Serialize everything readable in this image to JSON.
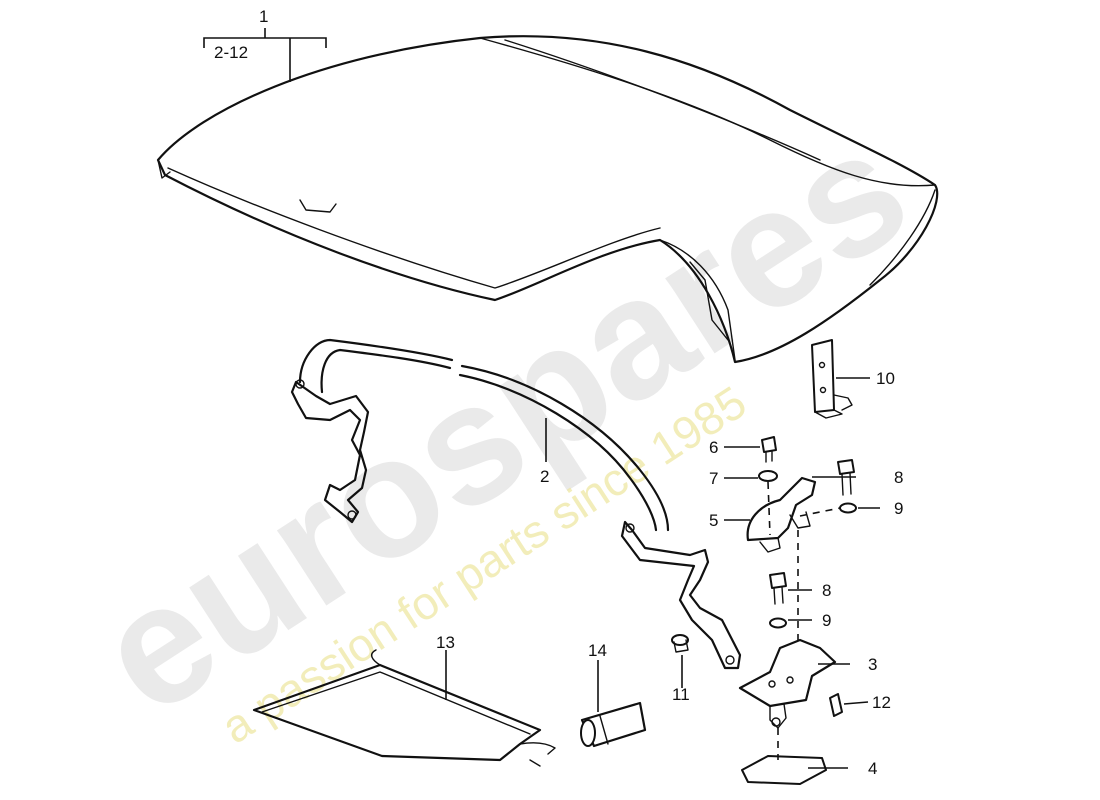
{
  "watermark": {
    "brand": "eurospares",
    "tagline": "a passion for parts since 1985"
  },
  "callouts": {
    "c1": "1",
    "c1_range": "2-12",
    "c2": "2",
    "c3": "3",
    "c4": "4",
    "c5": "5",
    "c6": "6",
    "c7": "7",
    "c8a": "8",
    "c8b": "8",
    "c9a": "9",
    "c9b": "9",
    "c10": "10",
    "c11": "11",
    "c12": "12",
    "c13": "13",
    "c14": "14"
  }
}
